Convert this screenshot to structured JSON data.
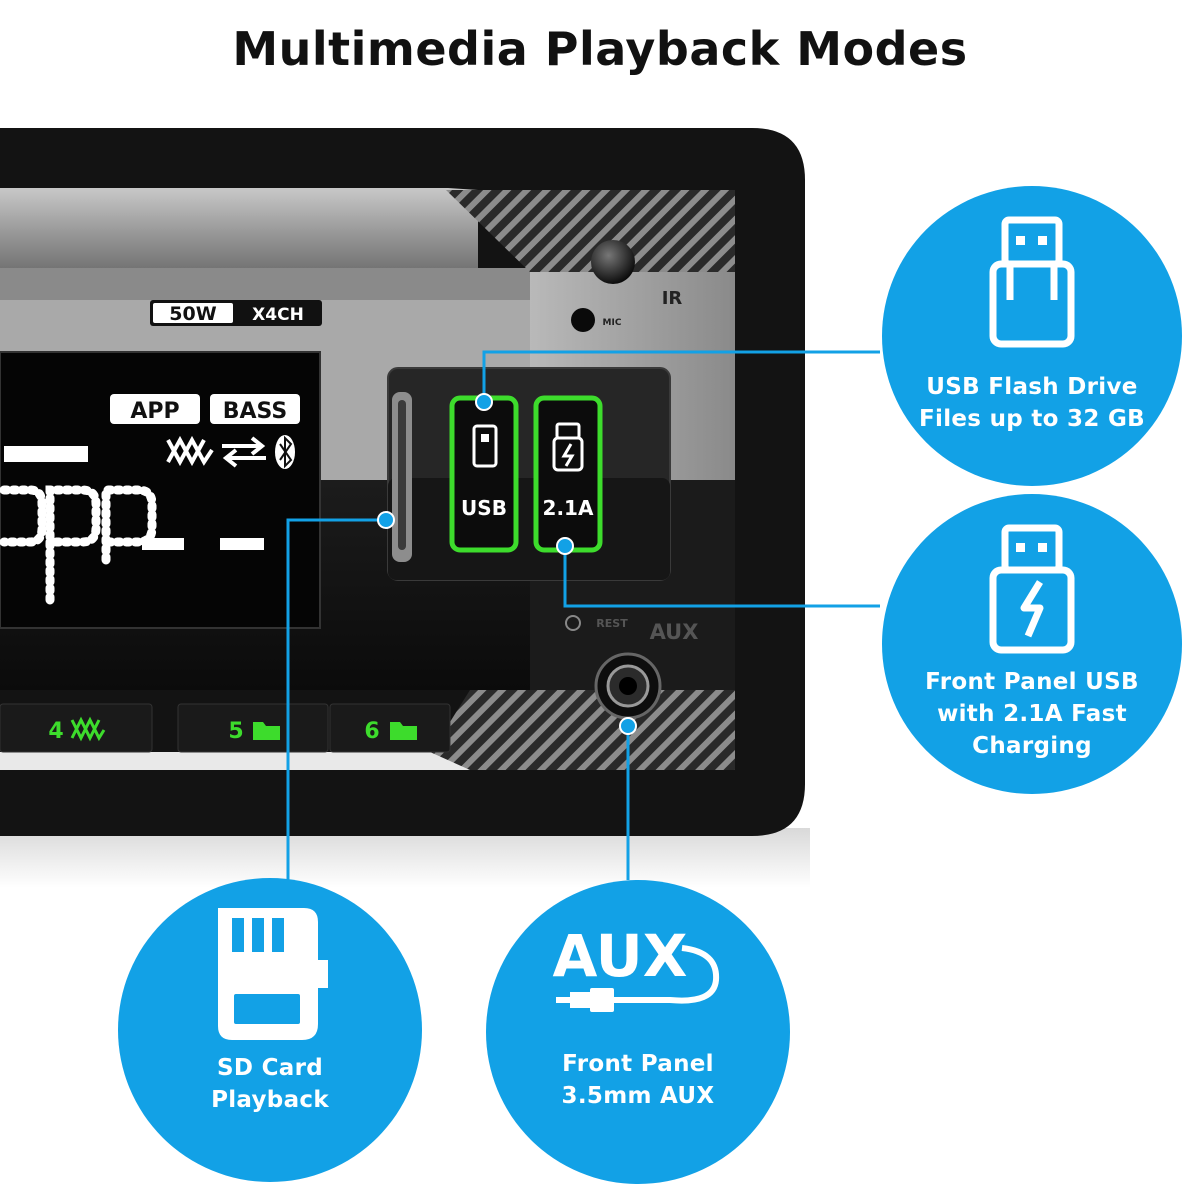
{
  "title": "Multimedia Playback Modes",
  "radio": {
    "power_badge_left": "50W",
    "power_badge_right": "X4CH",
    "display_tags": [
      "APP",
      "BASS"
    ],
    "ir_label": "IR",
    "mic_label": "MIC",
    "port_usb_label": "USB",
    "port_charge_label": "2.1A",
    "rest_label": "REST",
    "aux_label": "AUX",
    "preset_4": "4",
    "preset_5": "5",
    "preset_6": "6"
  },
  "features": {
    "usb_flash": {
      "icon": "usb-flash-icon",
      "lines": [
        "USB Flash Drive",
        "Files up to 32 GB"
      ]
    },
    "fast_charge": {
      "icon": "usb-charge-icon",
      "lines": [
        "Front Panel USB",
        "with 2.1A Fast",
        "Charging"
      ]
    },
    "sd_card": {
      "icon": "sd-card-icon",
      "lines": [
        "SD Card",
        "Playback"
      ]
    },
    "aux": {
      "icon": "aux-cable-icon",
      "icon_text": "AUX",
      "lines": [
        "Front Panel",
        "3.5mm AUX"
      ]
    }
  },
  "colors": {
    "accent_blue": "#12a1e6",
    "led_green": "#3ddc2c",
    "panel_black": "#151515"
  }
}
